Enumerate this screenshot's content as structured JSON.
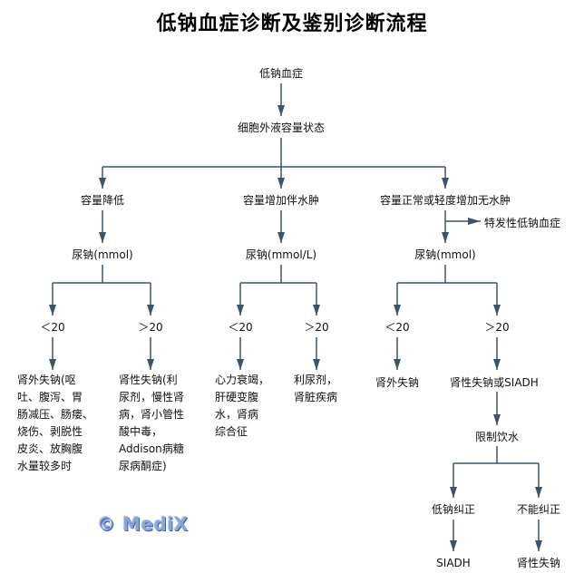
{
  "title": "低钠血症诊断及鉴别诊断流程",
  "colors": {
    "line": "#3d5468",
    "text": "#111111",
    "logo": "#8aa6d6"
  },
  "watermark": {
    "symbol": "©",
    "text": "MediX"
  },
  "nodes": {
    "root": "低钠血症",
    "ecf_status": "细胞外液容量状态",
    "vol_low": "容量降低",
    "vol_high_edema": "容量增加伴水肿",
    "vol_normal": "容量正常或轻度增加无水肿",
    "idiopathic": "特发性低钠血症",
    "urine_na_1": "尿钠(mmol)",
    "urine_na_2": "尿钠(mmol/L)",
    "urine_na_3": "尿钠(mmol)",
    "lt20_1": "＜20",
    "gt20_1": "＞20",
    "lt20_2": "＜20",
    "gt20_2": "＞20",
    "lt20_3": "＜20",
    "gt20_3": "＞20",
    "extrarenal_loss_detail": [
      "肾外失钠(呕",
      "吐、腹泻、胃",
      "肠减压、肠瘘、",
      "烧伤、剥脱性",
      "皮炎、放胸腹",
      "水量较多时"
    ],
    "renal_loss_detail": [
      "肾性失钠(利",
      "尿剂，慢性肾",
      "病，肾小管性",
      "酸中毒，",
      "Addison病糖",
      "尿病酮症)"
    ],
    "edema_lt20": [
      "心力衰竭，",
      "肝硬变腹",
      "水，肾病",
      "综合征"
    ],
    "edema_gt20": [
      "利尿剂，",
      "肾脏疾病"
    ],
    "extrarenal_loss": "肾外失钠",
    "renal_or_siadh": "肾性失钠或SIADH",
    "water_restrict": "限制饮水",
    "corrected": "低钠纠正",
    "not_corrected": "不能纠正",
    "siadh": "SIADH",
    "renal_loss": "肾性失钠"
  }
}
